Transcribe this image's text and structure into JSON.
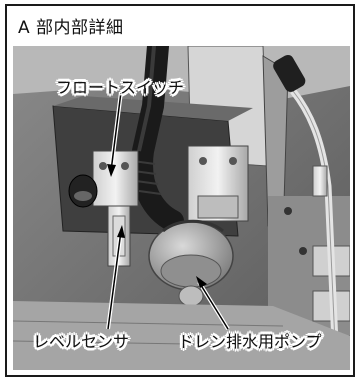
{
  "figure": {
    "title": "A 部内部詳細",
    "callouts": {
      "float_switch": "フロートスイッチ",
      "level_sensor": "レベルセンサ",
      "drain_pump": "ドレン排水用ポンプ"
    }
  }
}
